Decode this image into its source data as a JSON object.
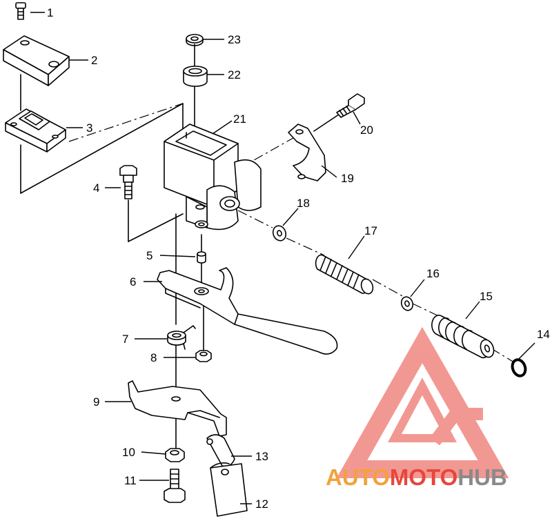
{
  "callouts": [
    {
      "label": "1"
    },
    {
      "label": "2"
    },
    {
      "label": "3"
    },
    {
      "label": "4"
    },
    {
      "label": "5"
    },
    {
      "label": "6"
    },
    {
      "label": "7"
    },
    {
      "label": "8"
    },
    {
      "label": "9"
    },
    {
      "label": "10"
    },
    {
      "label": "11"
    },
    {
      "label": "12"
    },
    {
      "label": "13"
    },
    {
      "label": "14"
    },
    {
      "label": "15"
    },
    {
      "label": "16"
    },
    {
      "label": "17"
    },
    {
      "label": "18"
    },
    {
      "label": "19"
    },
    {
      "label": "20"
    },
    {
      "label": "21"
    },
    {
      "label": "22"
    },
    {
      "label": "23"
    }
  ],
  "watermark": {
    "part1": "AUTO",
    "part2": "MOTO",
    "part3": "HUB",
    "color_orange": "#f2a23a",
    "color_red": "#e8453c",
    "color_gray": "#8a8a8a"
  }
}
